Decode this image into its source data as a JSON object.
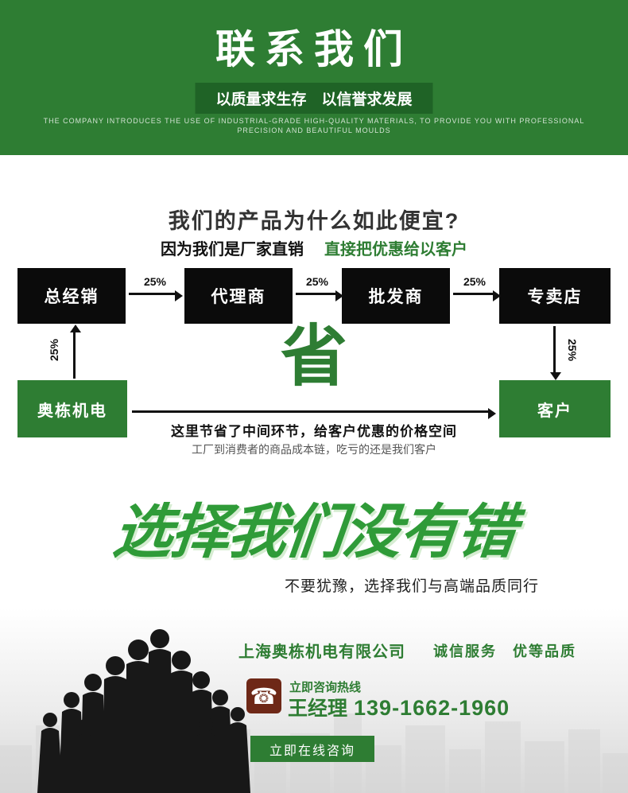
{
  "header": {
    "title": "联系我们",
    "slogan": "以质量求生存　以信誉求发展",
    "eng_line1": "THE COMPANY INTRODUCES THE USE OF INDUSTRIAL-GRADE HIGH-QUALITY MATERIALS, TO PROVIDE YOU WITH PROFESSIONAL",
    "eng_line2": "PRECISION AND BEAUTIFUL MOULDS"
  },
  "why": {
    "title": "我们的产品为什么如此便宜?",
    "sub_black": "因为我们是厂家直销",
    "sub_green": "直接把优惠给以客户",
    "chain": [
      "总经销",
      "代理商",
      "批发商",
      "专卖店"
    ],
    "percent": "25%",
    "factory": "奥栋机电",
    "customer": "客户",
    "save_char": "省",
    "save_line1": "这里节省了中间环节，给客户优惠的价格空间",
    "save_line2": "工厂到消费者的商品成本链，吃亏的还是我们客户"
  },
  "choose": {
    "headline": "选择我们没有错",
    "subline": "不要犹豫，选择我们与高端品质同行"
  },
  "footer": {
    "company": "上海奥栋机电有限公司",
    "values": "诚信服务　优等品质",
    "phone_glyph": "☎",
    "hotline_label": "立即咨询热线",
    "contact_name": "王经理",
    "phone_number": "139-1662-1960",
    "cta": "立即在线咨询"
  },
  "colors": {
    "green": "#2e7d33",
    "dark_green": "#1f6326",
    "black_box": "#0b0b0b",
    "phone_icon_bg": "#6e2817"
  }
}
